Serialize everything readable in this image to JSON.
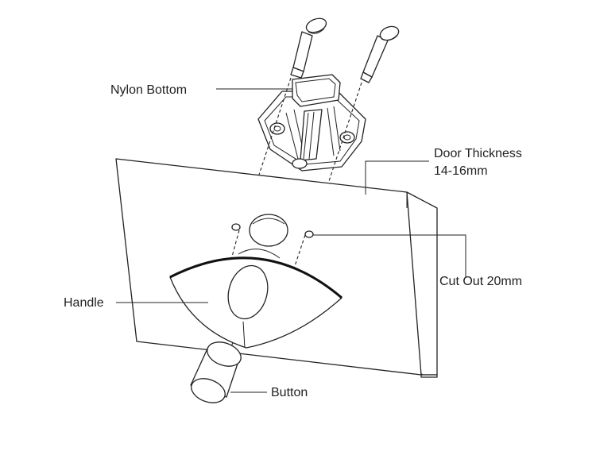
{
  "labels": {
    "nylon_bottom": "Nylon Bottom",
    "door_thickness_line1": "Door Thickness",
    "door_thickness_line2": "14-16mm",
    "cut_out": "Cut Out 20mm",
    "handle": "Handle",
    "button": "Button"
  },
  "colors": {
    "line": "#222222",
    "background": "#ffffff"
  }
}
